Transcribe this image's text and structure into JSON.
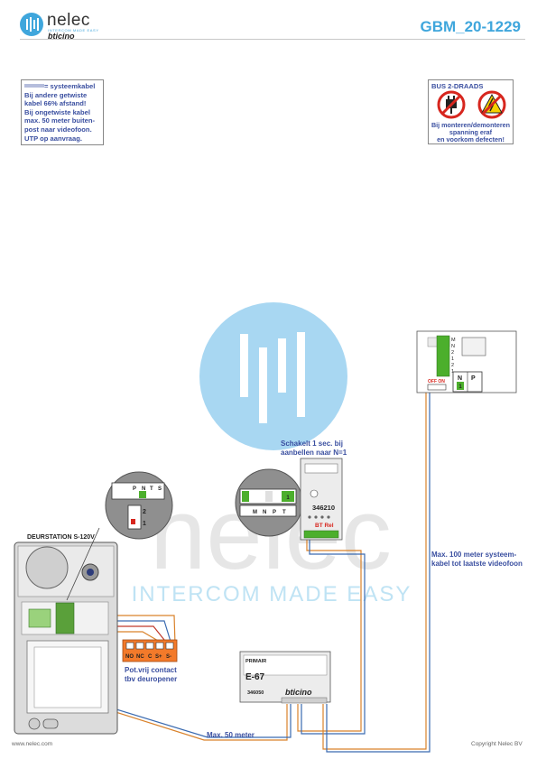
{
  "header": {
    "logo_name": "nelec",
    "logo_tagline": "INTERCOM MADE EASY",
    "logo_brand": "bticino",
    "doc_id": "GBM_20-1229"
  },
  "note": {
    "lines": [
      "= systeemkabel",
      "Bij andere getwiste",
      "kabel 66% afstand!",
      "Bij ongetwiste kabel",
      "max. 50 meter buiten-",
      "post naar videofoon.",
      "UTP op aanvraag."
    ]
  },
  "bus_warning": {
    "title": "BUS 2-DRAADS",
    "text_lines": [
      "Bij monteren/demonteren",
      "spanning eraf",
      "en voorkom defecten!"
    ]
  },
  "watermark": {
    "word": "nelec",
    "tagline": "INTERCOM MADE EASY"
  },
  "door_station": {
    "title": "DEURSTATION S-120V",
    "terminal_labels": [
      "P",
      "N",
      "T",
      "S"
    ],
    "switch_values": [
      "2",
      "1"
    ]
  },
  "relay": {
    "terminals": [
      "NO",
      "NC",
      "C",
      "S+",
      "S-"
    ],
    "caption_lines": [
      "Pot.vrij contact",
      "tbv deuropener"
    ]
  },
  "actuator": {
    "note_lines": [
      "Schakelt 1 sec. bij",
      "aanbellen naar N=1"
    ],
    "model": "346210",
    "label_rel": "BT Rel",
    "detail_labels": [
      "M",
      "N",
      "P",
      "T"
    ],
    "detail_value": "1"
  },
  "power_supply": {
    "label_primair": "PRIMAIR",
    "model": "E-67",
    "code": "346050",
    "brand": "bticino"
  },
  "monitor": {
    "terminal_labels": [
      "M",
      "N",
      "2",
      "1",
      "2",
      "1"
    ],
    "np_labels": [
      "N",
      "P"
    ],
    "np_value": "1",
    "switch_label": "OFF ON"
  },
  "cable_labels": {
    "max_50": "Max. 50 meter",
    "max_100_lines": [
      "Max. 100 meter systeem-",
      "kabel tot laatste videofoon"
    ]
  },
  "footer": {
    "website": "www.nelec.com",
    "copyright": "Copyright Nelec BV"
  },
  "colors": {
    "accent_blue": "#3fa6dc",
    "label_blue": "#3a4fa0",
    "relay_orange": "#f37a2a",
    "terminal_green": "#4caf2c",
    "cable_orange": "#d9822b",
    "cable_blue": "#3a6ab0"
  }
}
